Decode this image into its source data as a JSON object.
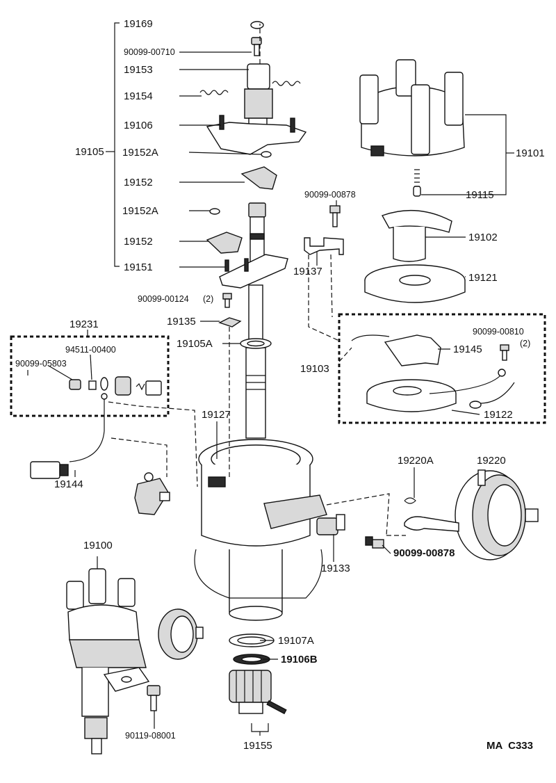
{
  "labels": {
    "p19169": "19169",
    "p90099_00710": "90099-00710",
    "p19153": "19153",
    "p19154": "19154",
    "p19106": "19106",
    "p19105": "19105",
    "p19152A_1": "19152A",
    "p19152_1": "19152",
    "p19152A_2": "19152A",
    "p19152_2": "19152",
    "p19151": "19151",
    "p90099_00124": "90099-00124",
    "p90099_00124_qty": "(2)",
    "p19135": "19135",
    "p19105A": "19105A",
    "p19231": "19231",
    "p94511_00400": "94511-00400",
    "p90099_05803": "90099-05803",
    "p19144": "19144",
    "p19127": "19127",
    "p19101": "19101",
    "p19115": "19115",
    "p90099_00878_a": "90099-00878",
    "p19102": "19102",
    "p19137": "19137",
    "p19121": "19121",
    "p90099_00810": "90099-00810",
    "p90099_00810_qty": "(2)",
    "p19145": "19145",
    "p19103": "19103",
    "p19122": "19122",
    "p19220A": "19220A",
    "p19220": "19220",
    "p19133": "19133",
    "p90099_00878_b": "90099-00878",
    "p19100": "19100",
    "p19107A": "19107A",
    "p19106B": "19106B",
    "p90119_08001": "90119-08001",
    "p19155": "19155",
    "diagram_code": "MA  C333"
  }
}
